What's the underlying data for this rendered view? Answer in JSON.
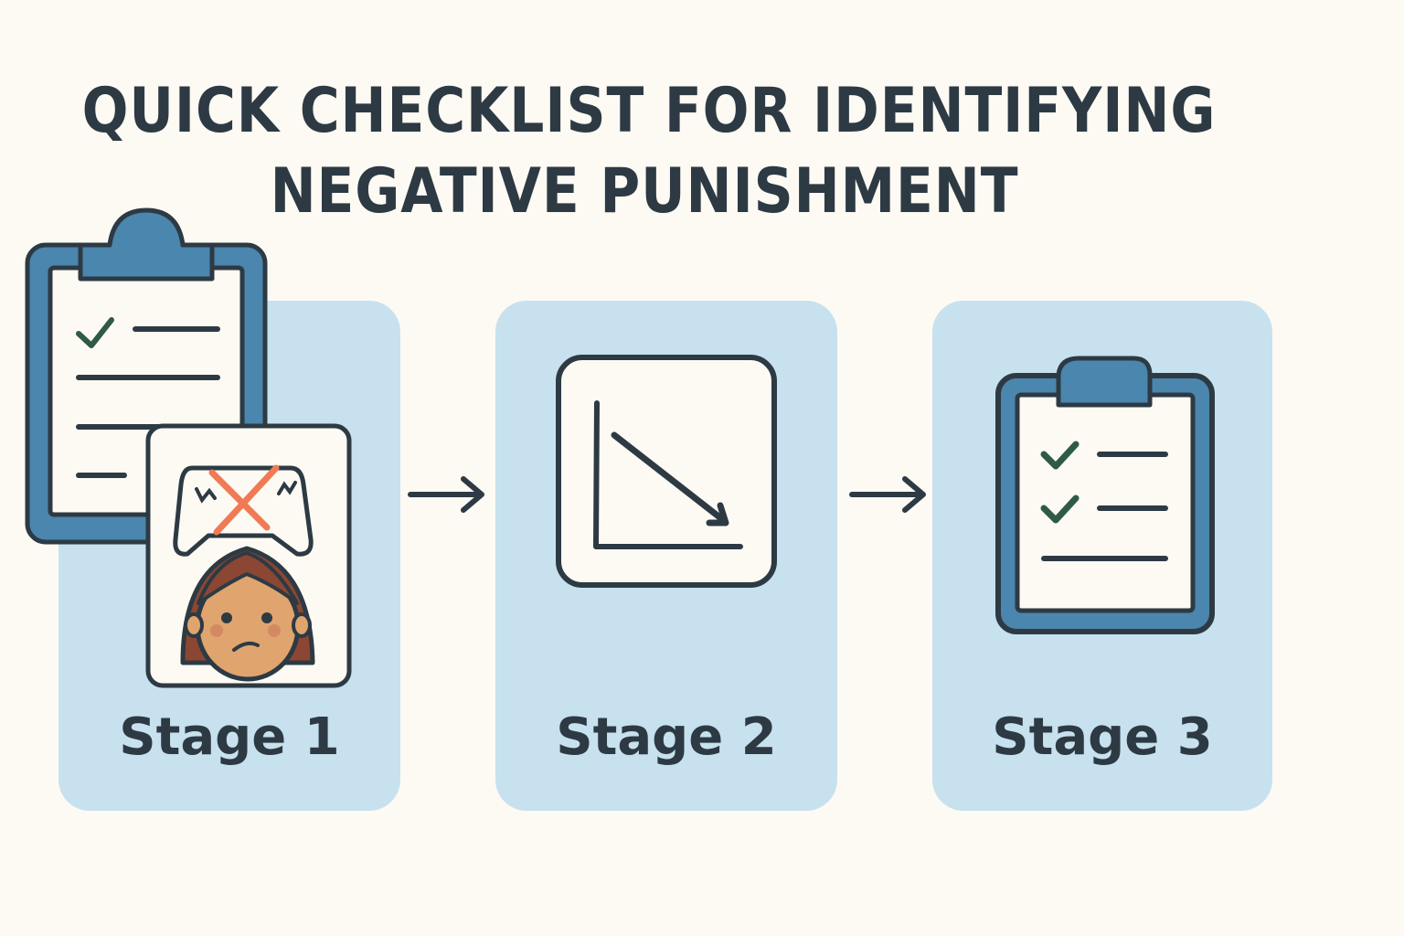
{
  "title": {
    "line1": "QUICK CHECKLIST FOR IDENTIFYING",
    "line2": "NEGATIVE PUNISHMENT"
  },
  "stages": [
    {
      "label": "Stage 1",
      "icons": [
        "clipboard-checklist-icon",
        "crossed-out-game-controller-icon",
        "sad-girl-face-icon"
      ]
    },
    {
      "label": "Stage 2",
      "icons": [
        "decreasing-trend-chart-icon"
      ]
    },
    {
      "label": "Stage 3",
      "icons": [
        "clipboard-two-checks-icon"
      ]
    }
  ],
  "connectors": [
    "arrow-right",
    "arrow-right"
  ],
  "colors": {
    "background": "#fdfaf3",
    "card": "#c7e1ef",
    "clipboard_blue": "#4a86ad",
    "outline": "#2d3a44",
    "check_green": "#2f5a48",
    "cross_orange": "#f07a55",
    "hair": "#8b4733",
    "skin": "#e0a46e"
  }
}
